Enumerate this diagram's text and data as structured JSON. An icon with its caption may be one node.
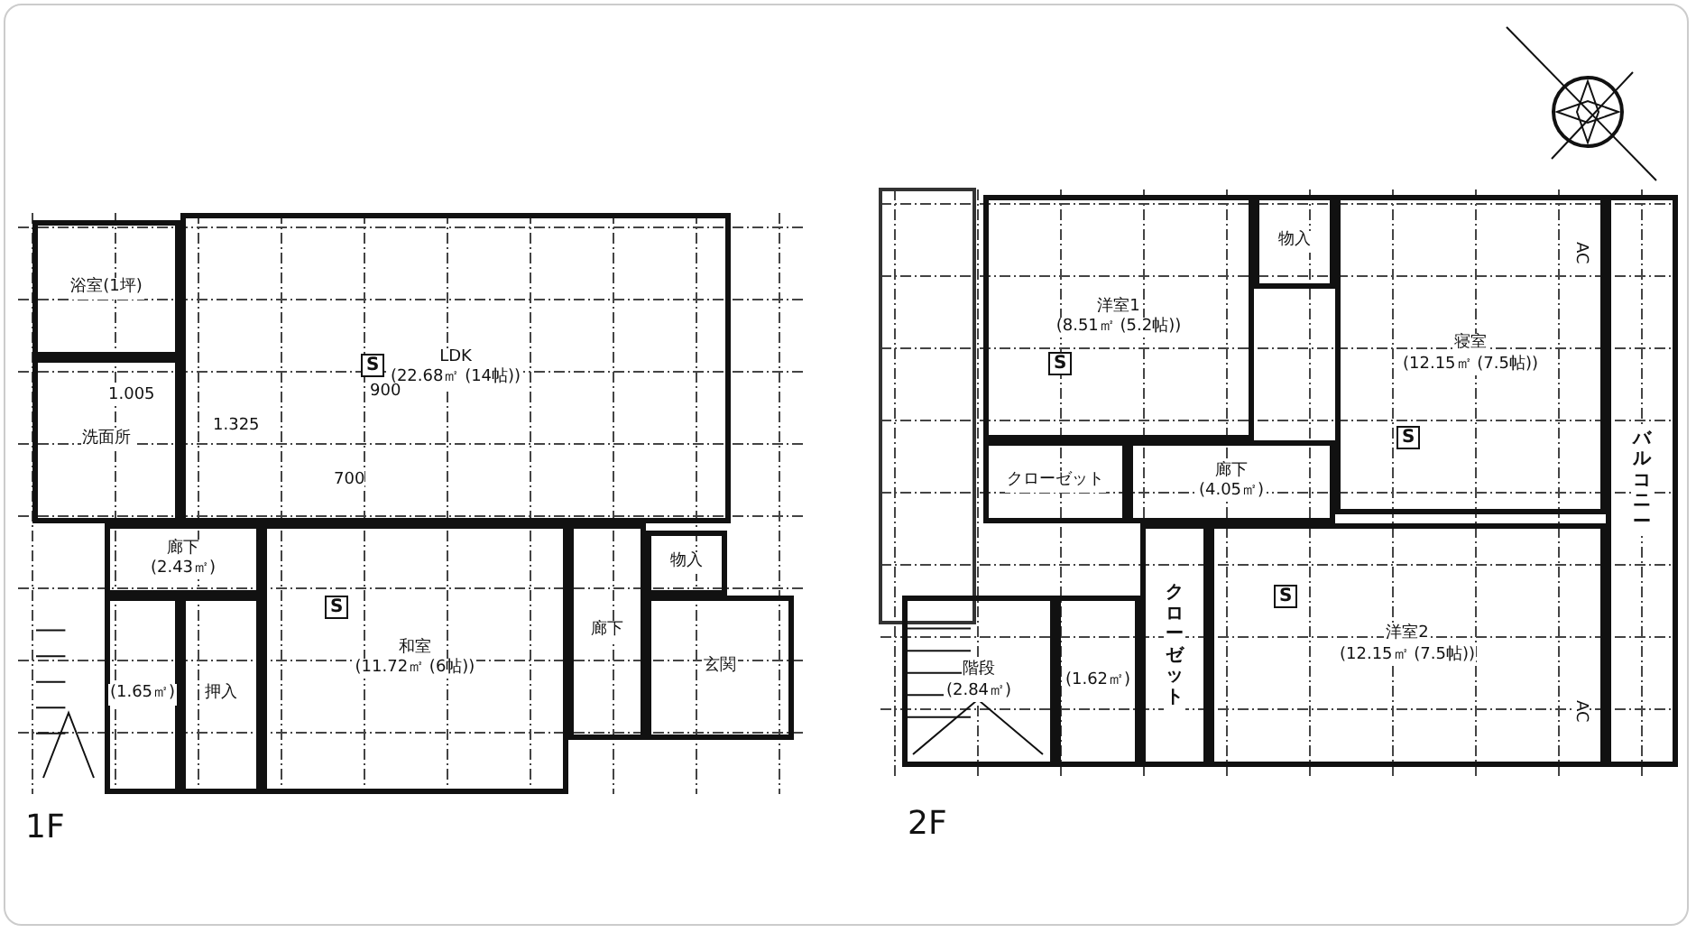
{
  "diagram": {
    "nodes": [
      {
        "text": [
          "浴室(1坪)"
        ]
      },
      {
        "text": [
          "洗面所"
        ]
      },
      {
        "text": [
          "LDK",
          "(22.68㎡ (14帖))"
        ]
      },
      {
        "text": [
          "廊下",
          "(2.43㎡)"
        ]
      },
      {
        "text": [
          "和室",
          "(11.72㎡ (6帖))"
        ]
      },
      {
        "text": [
          "押入"
        ]
      },
      {
        "text": [
          "(1.65㎡)"
        ]
      },
      {
        "text": [
          "廊下"
        ]
      },
      {
        "text": [
          "物入"
        ]
      },
      {
        "text": [
          "玄関"
        ]
      },
      {
        "text": [
          "洋室1",
          "(8.51㎡ (5.2帖))"
        ]
      },
      {
        "text": [
          "物入"
        ]
      },
      {
        "text": [
          "寝室",
          "(12.15㎡ (7.5帖))"
        ]
      },
      {
        "text": [
          "クローゼット"
        ]
      },
      {
        "text": [
          "廊下",
          "(4.05㎡)"
        ]
      },
      {
        "text": [
          "階段",
          "(2.84㎡)"
        ]
      },
      {
        "text": [
          "(1.62㎡)"
        ]
      },
      {
        "text": [
          "クローゼット"
        ]
      },
      {
        "text": [
          "洋室2",
          "(12.15㎡ (7.5帖))"
        ]
      },
      {
        "text": [
          "バルコニー"
        ]
      }
    ],
    "labels": [
      "1.005",
      "1.325",
      "900",
      "700",
      "S",
      "S",
      "S",
      "S",
      "S",
      "AC",
      "AC",
      "1F",
      "2F"
    ]
  }
}
